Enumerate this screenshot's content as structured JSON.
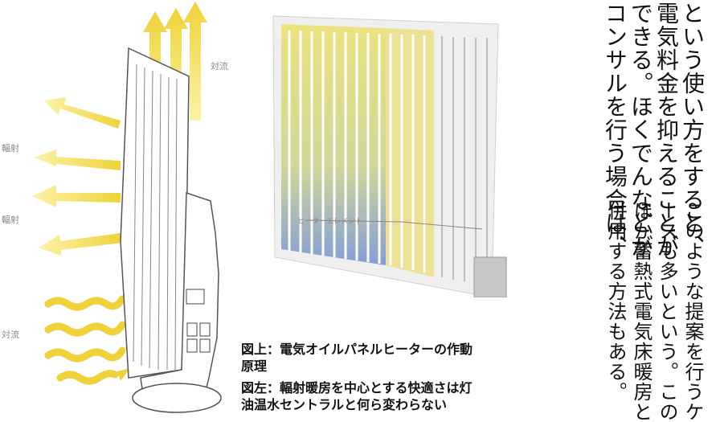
{
  "figure_labels": {
    "convection_top": "対流",
    "radiation_1": "輻射",
    "radiation_2": "輻射",
    "convection_bottom": "対流",
    "heater_element": "ヒーターエレメント"
  },
  "captions": {
    "upper_line1": "図上：電気オイルパネルヒーターの作動",
    "upper_line2": "原理",
    "left_line1": "図左：輻射暖房を中心とする快適さは灯",
    "left_line2": "油温水セントラルと何ら変わらない"
  },
  "body_text": {
    "upper_columns": [
      "という使い方をすると、",
      "電気料金を抑えることが",
      "できる。ほくでんなどが",
      "コンサルを行う場合は、"
    ],
    "lower_columns": [
      "このような提案を行うケ",
      "ースも多いという。この",
      "ほか蓄熱式電気床暖房と",
      "併用する方法もある。"
    ]
  },
  "colors": {
    "arrow": "#f2d64a",
    "text": "#111111",
    "label": "#8a8a8a",
    "panel_yellow": "#e9d84a",
    "panel_blue": "#6f8fd6"
  }
}
